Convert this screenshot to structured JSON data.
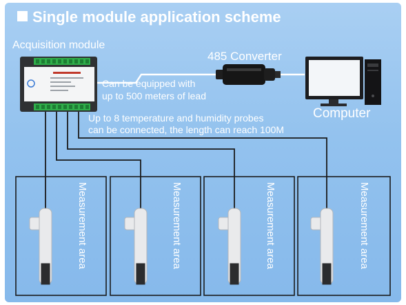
{
  "title": "Single module application scheme",
  "acquisition_label": "Acquisition module",
  "converter_label": "485 Converter",
  "computer_label": "Computer",
  "lead_note": [
    "Can be equipped with",
    "up to 500 meters of lead"
  ],
  "probe_note": [
    "Up to 8 temperature and humidity probes",
    "can be connected, the length can reach 100M"
  ],
  "areas": [
    {
      "label": "Measurement area"
    },
    {
      "label": "Measurement area"
    },
    {
      "label": "Measurement area"
    },
    {
      "label": "Measurement area"
    }
  ],
  "colors": {
    "background": "#93c2ee",
    "text": "#ffffff",
    "wire": "#1a1a1a",
    "module_body": "#2f3133",
    "terminal_green": "#2fae4a",
    "probe": "#e9eaec"
  },
  "icons": [
    "acquisition-module-icon",
    "converter-icon",
    "computer-icon",
    "sensor-probe-icon"
  ]
}
